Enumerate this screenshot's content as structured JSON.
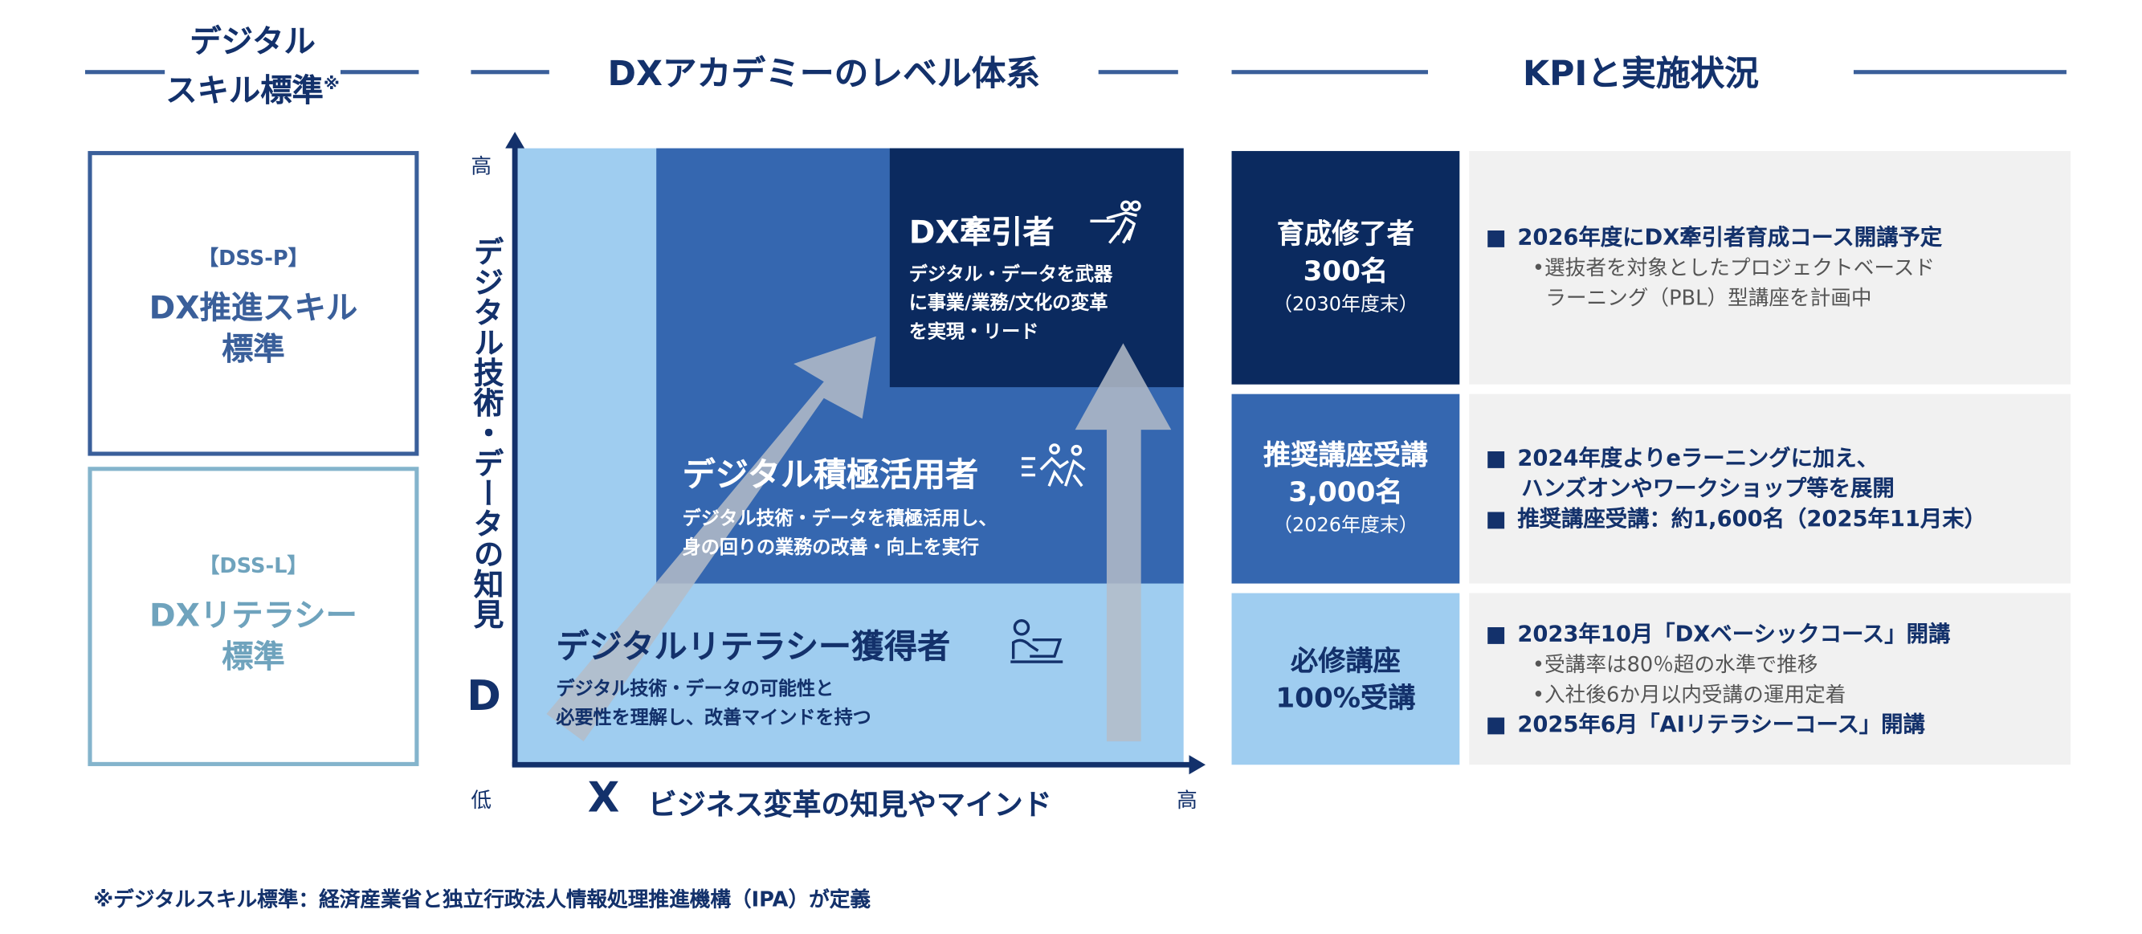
{
  "headers": {
    "dss": "デジタル\nスキル標準",
    "dss_mark": "※",
    "levels": "DXアカデミーのレベル体系",
    "kpi": "KPIと実施状況"
  },
  "dss_boxes": [
    {
      "code": "【DSS-P】",
      "name_line1": "DX推進スキル",
      "name_line2": "標準"
    },
    {
      "code": "【DSS-L】",
      "name_line1": "DXリテラシー",
      "name_line2": "標準"
    }
  ],
  "diagram": {
    "y_high": "高",
    "y_low": "低",
    "x_high": "高",
    "y_letter": "D",
    "y_label": "デジタル技術・データの知見",
    "x_letter": "X",
    "x_label": "ビジネス変革の知見やマインド",
    "levels": [
      {
        "title": "DX牽引者",
        "icon": "pulling-people-icon",
        "desc": "デジタル・データを武器\nに事業/業務/文化の変革\nを実現・リード"
      },
      {
        "title": "デジタル積極活用者",
        "icon": "running-people-icon",
        "desc": "デジタル技術・データを積極活用し、\n身の回りの業務の改善・向上を実行"
      },
      {
        "title": "デジタルリテラシー獲得者",
        "icon": "person-laptop-icon",
        "desc": "デジタル技術・データの可能性と\n必要性を理解し、改善マインドを持つ"
      }
    ]
  },
  "kpi": [
    {
      "title1": "育成修了者",
      "title2": "300名",
      "sub": "（2030年度末）",
      "items": [
        {
          "level": 1,
          "text": "2026年度にDX牽引者育成コース開講予定"
        },
        {
          "level": 2,
          "text": "•選抜者を対象としたプロジェクトベースド\n  ラーニング（PBL）型講座を計画中"
        }
      ]
    },
    {
      "title1": "推奨講座受講",
      "title2": "3,000名",
      "sub": "（2026年度末）",
      "items": [
        {
          "level": 1,
          "text": "2024年度よりeラーニングに加え、"
        },
        {
          "level": 1.5,
          "text": "ハンズオンやワークショップ等を展開"
        },
        {
          "level": 1,
          "text": "推奨講座受講：約1,600名（2025年11月末）"
        }
      ]
    },
    {
      "title1": "必修講座",
      "title2": "100%受講",
      "sub": "",
      "items": [
        {
          "level": 1,
          "text": "2023年10月「DXベーシックコース」開講"
        },
        {
          "level": 2,
          "text": "•受講率は80％超の水準で推移"
        },
        {
          "level": 2,
          "text": "•入社後6か月以内受講の運用定着"
        },
        {
          "level": 1,
          "text": "2025年6月「AIリテラシーコース」開講"
        }
      ]
    }
  ],
  "footnote": "※デジタルスキル標準：経済産業省と独立行政法人情報処理推進機構（IPA）が定義",
  "colors": {
    "navy": "#0b2a5f",
    "mid": "#3567b0",
    "light": "#9fcdf0",
    "gray": "#f1f1f1"
  }
}
